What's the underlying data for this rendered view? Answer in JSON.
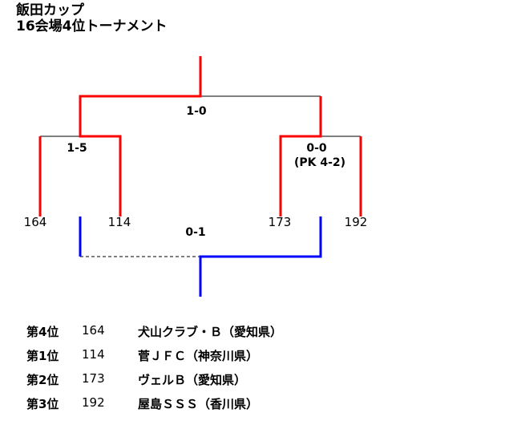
{
  "title": {
    "line1": "飯田カップ",
    "line2": "16会場4位トーナメント"
  },
  "colors": {
    "winner_path": "#ff0000",
    "third_place_path": "#0000ff",
    "line": "#000000"
  },
  "bracket": {
    "teams": [
      "164",
      "114",
      "173",
      "192"
    ],
    "semifinal_left_score": "1-5",
    "semifinal_right_score": "0-0",
    "semifinal_right_pk": "(PK 4-2)",
    "final_score": "1-0",
    "third_place_score": "0-1"
  },
  "results": [
    {
      "rank": "第4位",
      "number": "164",
      "team": "犬山クラブ・Ｂ（愛知県）"
    },
    {
      "rank": "第1位",
      "number": "114",
      "team": "菅ＪＦＣ（神奈川県）"
    },
    {
      "rank": "第2位",
      "number": "173",
      "team": "ヴェルＢ（愛知県）"
    },
    {
      "rank": "第3位",
      "number": "192",
      "team": "屋島ＳＳＳ（香川県）"
    }
  ]
}
